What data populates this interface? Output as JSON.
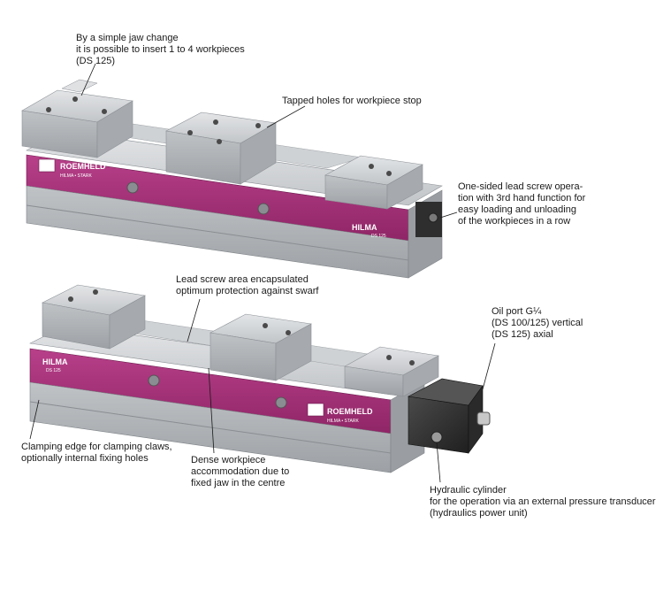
{
  "callouts": {
    "jaw_change": [
      "By a simple jaw change",
      "it is possible to insert 1 to 4 workpieces",
      "(DS 125)"
    ],
    "tapped_holes": [
      "Tapped holes for workpiece stop"
    ],
    "lead_screw_op": [
      "One-sided lead screw opera-",
      "tion with 3rd hand function for",
      "easy loading and unloading",
      "of the workpieces in a row"
    ],
    "lead_screw_area": [
      "Lead screw area encapsulated",
      "optimum protection against swarf"
    ],
    "oil_port": [
      "Oil port G¼",
      "(DS 100/125) vertical",
      "(DS 125) axial"
    ],
    "clamping_edge": [
      "Clamping edge for clamping claws,",
      "optionally internal fixing holes"
    ],
    "dense_workpiece": [
      "Dense workpiece",
      "accommodation due to",
      "fixed jaw in the centre"
    ],
    "hydraulic": [
      "Hydraulic cylinder",
      "for the operation via an external pressure transducer",
      "(hydraulics power unit)"
    ]
  },
  "labels": {
    "brand": "ROEMHELD",
    "brand_sub": "HILMA • STARK",
    "hilma": "HILMA",
    "model": "DS 125"
  },
  "colors": {
    "magenta": "#a8307a",
    "steel_light": "#d4d7da",
    "steel_mid": "#b3b7bb",
    "steel_dark": "#8c9095",
    "cylinder": "#3a3a3a"
  }
}
